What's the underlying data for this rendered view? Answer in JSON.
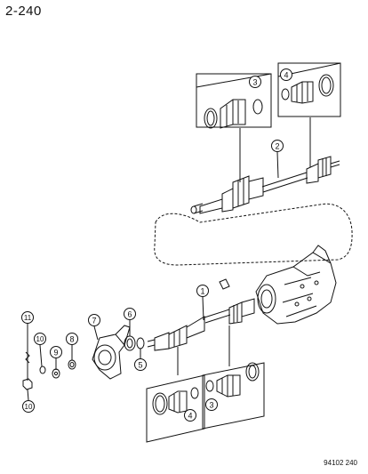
{
  "page_number": "2-240",
  "figure_code": "94102 240",
  "callouts": [
    "1",
    "2",
    "3",
    "4",
    "4",
    "3",
    "5",
    "6",
    "7",
    "8",
    "9",
    "10",
    "10",
    "11"
  ]
}
